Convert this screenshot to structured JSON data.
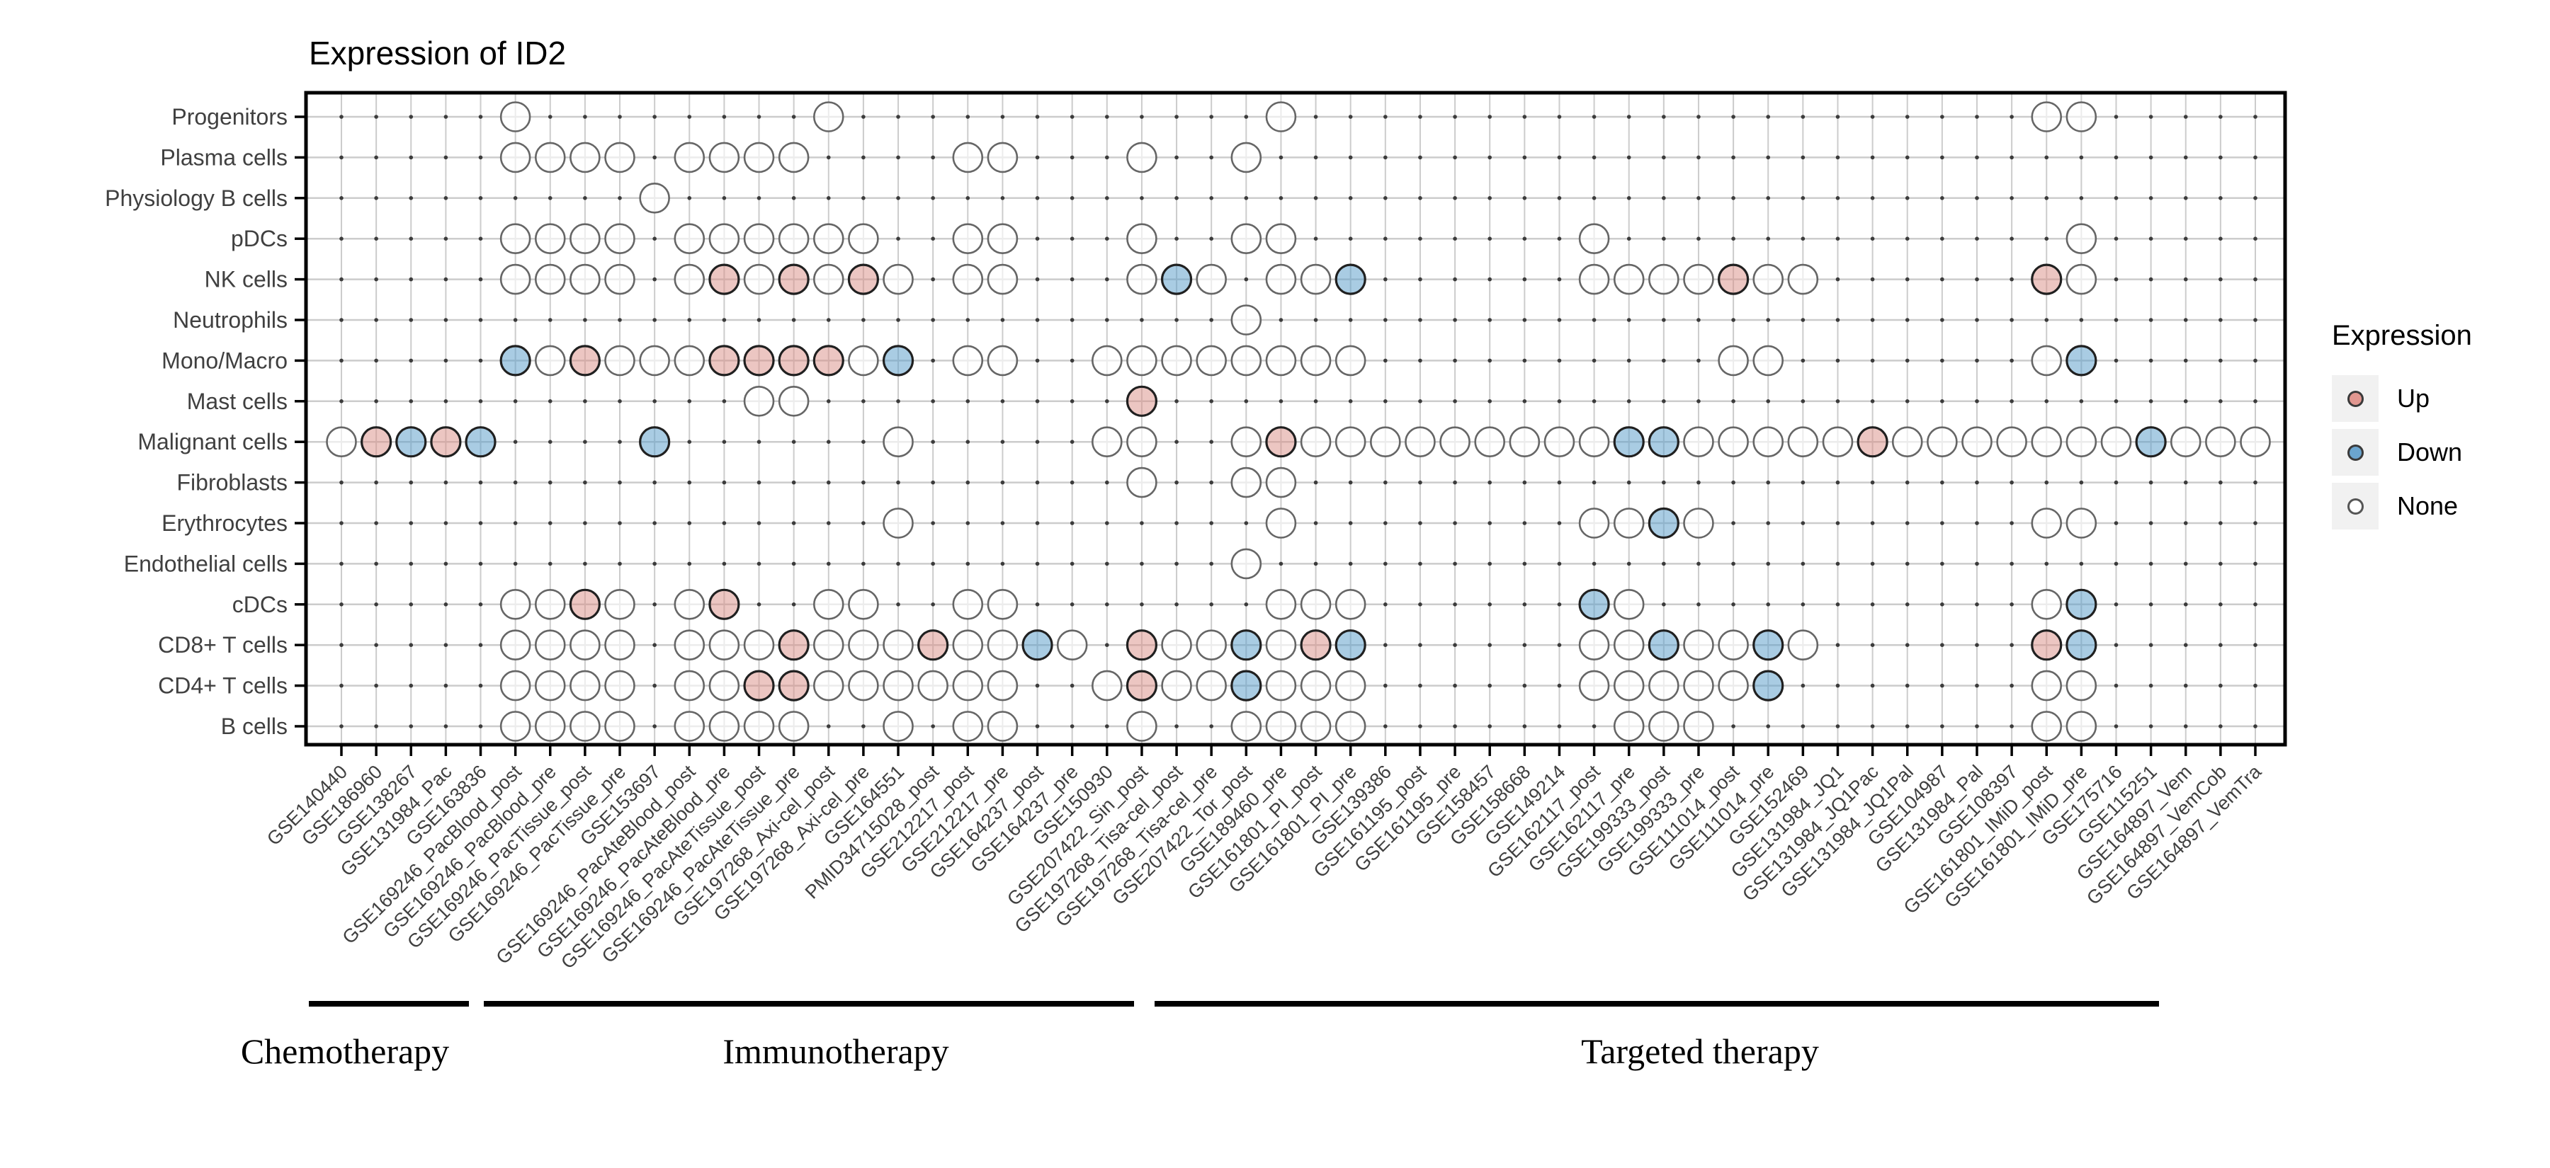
{
  "title": "Expression of ID2",
  "legend": {
    "title": "Expression",
    "items": [
      {
        "label": "Up",
        "state": "U"
      },
      {
        "label": "Down",
        "state": "D"
      },
      {
        "label": "None",
        "state": "N"
      }
    ]
  },
  "colors": {
    "up_fill": "#ECC7C2",
    "down_fill": "#A9CDE3",
    "none_fill": "#FFFFFF",
    "up_legend": "#E19790",
    "down_legend": "#6BA5CF",
    "none_legend": "#FFFFFF",
    "colored_stroke": "#202020",
    "none_stroke": "#666666",
    "grid_line": "#cccccc",
    "grid_dot": "#3c3c3c",
    "axis": "#000000",
    "label_text": "#404040"
  },
  "chart_data": {
    "type": "dot-matrix",
    "title": "Expression of ID2",
    "legend_title": "Expression",
    "states_legend": {
      "U": "Up",
      "D": "Down",
      "N": "None"
    },
    "grid": true,
    "legend_position": "right",
    "rows": [
      "Progenitors",
      "Plasma cells",
      "Physiology B cells",
      "pDCs",
      "NK cells",
      "Neutrophils",
      "Mono/Macro",
      "Mast cells",
      "Malignant cells",
      "Fibroblasts",
      "Erythrocytes",
      "Endothelial cells",
      "cDCs",
      "CD8+ T cells",
      "CD4+ T cells",
      "B cells"
    ],
    "columns": [
      "GSE140440",
      "GSE186960",
      "GSE138267",
      "GSE131984_Pac",
      "GSE163836",
      "GSE169246_PacBlood_post",
      "GSE169246_PacBlood_pre",
      "GSE169246_PacTissue_post",
      "GSE169246_PacTissue_pre",
      "GSE153697",
      "GSE169246_PacAteBlood_post",
      "GSE169246_PacAteBlood_pre",
      "GSE169246_PacAteTissue_post",
      "GSE169246_PacAteTissue_pre",
      "GSE197268_Axi-cel_post",
      "GSE197268_Axi-cel_pre",
      "GSE164551",
      "PMID34715028_post",
      "GSE212217_post",
      "GSE212217_pre",
      "GSE164237_post",
      "GSE164237_pre",
      "GSE150930",
      "GSE207422_Sin_post",
      "GSE197268_Tisa-cel_post",
      "GSE197268_Tisa-cel_pre",
      "GSE207422_Tor_post",
      "GSE189460_pre",
      "GSE161801_PI_post",
      "GSE161801_PI_pre",
      "GSE139386",
      "GSE161195_post",
      "GSE161195_pre",
      "GSE158457",
      "GSE158668",
      "GSE149214",
      "GSE162117_post",
      "GSE162117_pre",
      "GSE199333_post",
      "GSE199333_pre",
      "GSE111014_post",
      "GSE111014_pre",
      "GSE152469",
      "GSE131984_JQ1",
      "GSE131984_JQ1Pac",
      "GSE131984_JQ1Pal",
      "GSE104987",
      "GSE131984_Pal",
      "GSE108397",
      "GSE161801_IMiD_post",
      "GSE161801_IMiD_pre",
      "GSE175716",
      "GSE115251",
      "GSE164897_Vem",
      "GSE164897_VemCob",
      "GSE164897_VemTra"
    ],
    "points": [
      {
        "row": "Progenitors",
        "up": [],
        "down": [],
        "none": [
          6,
          15,
          28,
          50,
          51
        ]
      },
      {
        "row": "Plasma cells",
        "up": [],
        "down": [],
        "none": [
          6,
          7,
          8,
          9,
          11,
          12,
          13,
          14,
          19,
          20,
          24,
          27
        ]
      },
      {
        "row": "Physiology B cells",
        "up": [],
        "down": [],
        "none": [
          10
        ]
      },
      {
        "row": "pDCs",
        "up": [],
        "down": [],
        "none": [
          6,
          7,
          8,
          9,
          11,
          12,
          13,
          14,
          15,
          16,
          19,
          20,
          24,
          27,
          28,
          37,
          51
        ]
      },
      {
        "row": "NK cells",
        "up": [
          12,
          14,
          16,
          41,
          50
        ],
        "down": [
          25,
          30
        ],
        "none": [
          6,
          7,
          8,
          9,
          11,
          13,
          15,
          17,
          19,
          20,
          24,
          26,
          28,
          29,
          37,
          38,
          39,
          40,
          42,
          43,
          51
        ]
      },
      {
        "row": "Neutrophils",
        "up": [],
        "down": [],
        "none": [
          27
        ]
      },
      {
        "row": "Mono/Macro",
        "up": [
          8,
          12,
          13,
          14,
          15
        ],
        "down": [
          6,
          17,
          51
        ],
        "none": [
          7,
          9,
          10,
          11,
          16,
          19,
          20,
          23,
          24,
          25,
          26,
          27,
          28,
          29,
          30,
          41,
          42,
          50
        ]
      },
      {
        "row": "Mast cells",
        "up": [
          24
        ],
        "down": [],
        "none": [
          13,
          14
        ]
      },
      {
        "row": "Malignant cells",
        "up": [
          2,
          4,
          28,
          45
        ],
        "down": [
          3,
          5,
          10,
          38,
          39,
          53
        ],
        "none": [
          1,
          17,
          23,
          24,
          27,
          29,
          30,
          31,
          32,
          33,
          34,
          35,
          36,
          37,
          40,
          41,
          42,
          43,
          44,
          46,
          47,
          48,
          49,
          50,
          51,
          52,
          54,
          55,
          56
        ]
      },
      {
        "row": "Fibroblasts",
        "up": [],
        "down": [],
        "none": [
          24,
          27,
          28
        ]
      },
      {
        "row": "Erythrocytes",
        "up": [],
        "down": [
          39
        ],
        "none": [
          17,
          28,
          37,
          38,
          40,
          50,
          51
        ]
      },
      {
        "row": "Endothelial cells",
        "up": [],
        "down": [],
        "none": [
          27
        ]
      },
      {
        "row": "cDCs",
        "up": [
          8,
          12
        ],
        "down": [
          37,
          51
        ],
        "none": [
          6,
          7,
          9,
          11,
          15,
          16,
          19,
          20,
          28,
          29,
          30,
          38,
          50
        ]
      },
      {
        "row": "CD8+ T cells",
        "up": [
          14,
          18,
          24,
          29,
          50
        ],
        "down": [
          21,
          27,
          30,
          39,
          42,
          51
        ],
        "none": [
          6,
          7,
          8,
          9,
          11,
          12,
          13,
          15,
          16,
          17,
          19,
          20,
          22,
          25,
          26,
          28,
          37,
          38,
          40,
          41,
          43
        ]
      },
      {
        "row": "CD4+ T cells",
        "up": [
          13,
          14,
          24
        ],
        "down": [
          27,
          42
        ],
        "none": [
          6,
          7,
          8,
          9,
          11,
          12,
          15,
          16,
          17,
          18,
          19,
          20,
          23,
          25,
          26,
          28,
          29,
          30,
          37,
          38,
          39,
          40,
          41,
          50,
          51
        ]
      },
      {
        "row": "B cells",
        "up": [],
        "down": [],
        "none": [
          6,
          7,
          8,
          9,
          11,
          12,
          13,
          14,
          17,
          19,
          20,
          24,
          27,
          28,
          29,
          30,
          38,
          39,
          40,
          50,
          51
        ]
      }
    ],
    "groups": [
      {
        "label": "Chemotherapy",
        "from_col": 1,
        "to_col": 5
      },
      {
        "label": "Immunotherapy",
        "from_col": 6,
        "to_col": 23
      },
      {
        "label": "Targeted therapy",
        "from_col": 24,
        "to_col": 53
      }
    ]
  }
}
